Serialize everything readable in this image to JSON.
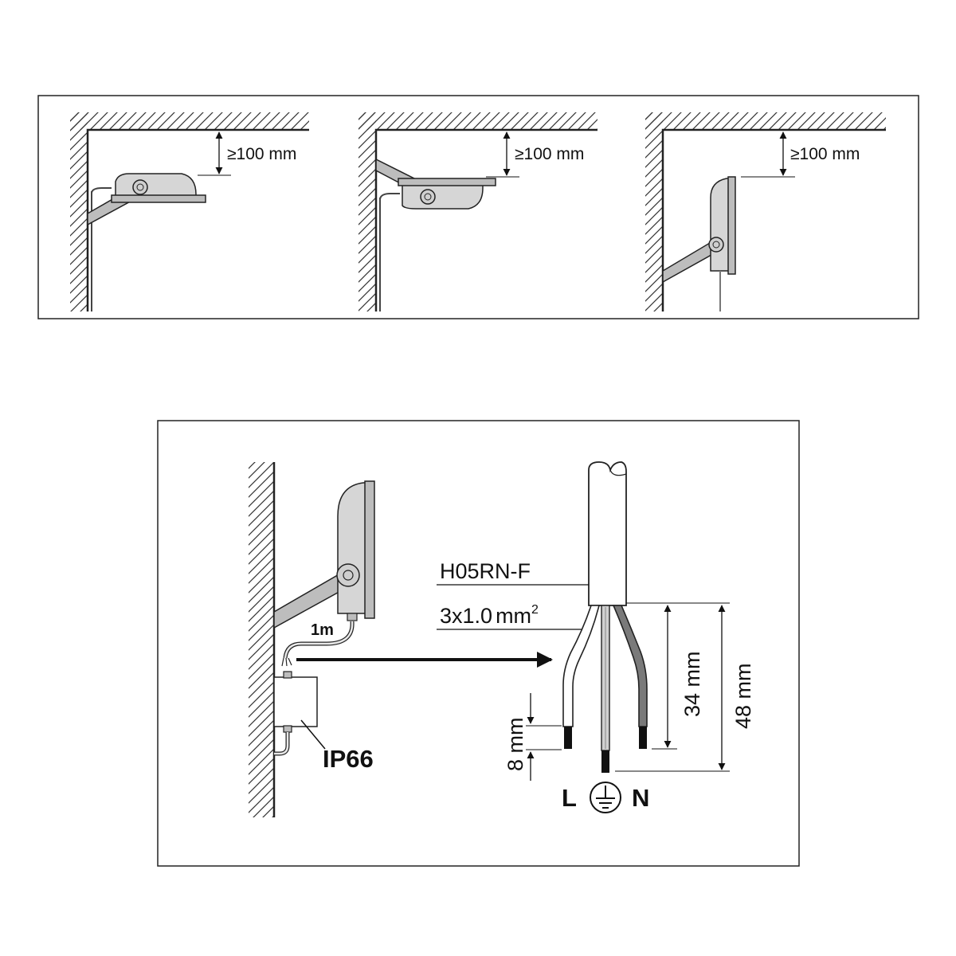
{
  "top_panel": {
    "scenarios": [
      {
        "clearance_label": "≥100 mm"
      },
      {
        "clearance_label": "≥100 mm"
      },
      {
        "clearance_label": "≥100 mm"
      }
    ]
  },
  "bottom_panel": {
    "cable_length_label": "1m",
    "junction_box_label": "IP66",
    "cable_type_label": "H05RN-F",
    "cable_section_label": "3x1.0",
    "cable_section_unit": "mm",
    "cable_section_exp": "2",
    "strip_length_label": "8 mm",
    "short_core_label": "34 mm",
    "long_core_label": "48 mm",
    "terminal_l": "L",
    "terminal_n": "N",
    "earth_symbol": "earth-ground-icon"
  }
}
